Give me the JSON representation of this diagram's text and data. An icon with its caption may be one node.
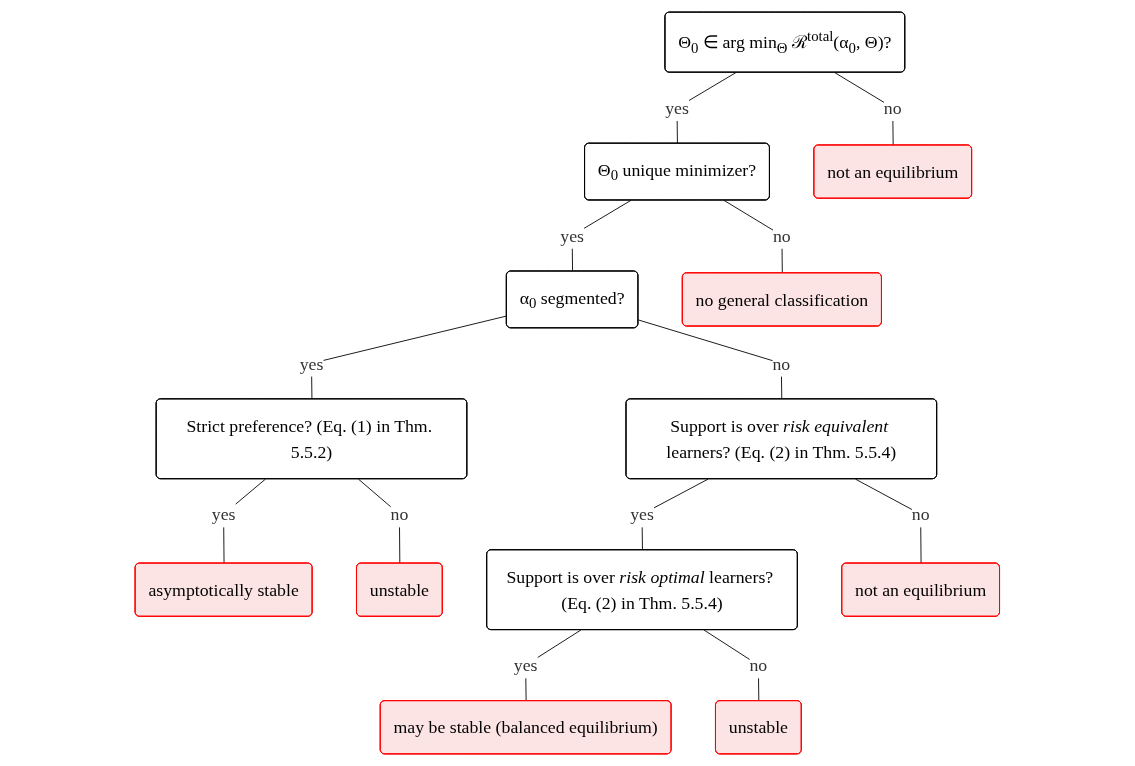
{
  "diagram": {
    "nodes": [
      {
        "text": [
          "Θ$_{0}$ ∈ arg min$_{Θ}$ ℛ$^{total}$(α$_{0}$, Θ)?"
        ]
      },
      {
        "text": [
          "Θ$_{0}$ unique minimizer?"
        ]
      },
      {
        "text": [
          "not an equilibrium"
        ]
      },
      {
        "text": [
          "α$_{0}$ segmented?"
        ]
      },
      {
        "text": [
          "no general classification"
        ]
      },
      {
        "text": [
          "Strict preference? (Eq. (1) in Thm. 5.5.2)"
        ]
      },
      {
        "text": [
          "Support is over *risk equivalent* learners? (Eq. (2) in Thm. 5.5.4)"
        ]
      },
      {
        "text": [
          "asymptotically stable"
        ]
      },
      {
        "text": [
          "unstable"
        ]
      },
      {
        "text": [
          "Support is over *risk optimal* learners? (Eq. (2) in Thm. 5.5.4)"
        ]
      },
      {
        "text": [
          "not an equilibrium"
        ]
      },
      {
        "text": [
          "may be stable (balanced equilibrium)"
        ]
      },
      {
        "text": [
          "unstable"
        ]
      }
    ],
    "edges": [
      {
        "from": 0,
        "to": 1,
        "arrow": "none",
        "label": "yes"
      },
      {
        "from": 0,
        "to": 2,
        "arrow": "none",
        "label": "no"
      },
      {
        "from": 1,
        "to": 3,
        "arrow": "none",
        "label": "yes"
      },
      {
        "from": 1,
        "to": 4,
        "arrow": "none",
        "label": "no"
      },
      {
        "from": 3,
        "to": 5,
        "arrow": "none",
        "label": "yes"
      },
      {
        "from": 3,
        "to": 6,
        "arrow": "none",
        "label": "no"
      },
      {
        "from": 5,
        "to": 7,
        "arrow": "none",
        "label": "yes"
      },
      {
        "from": 5,
        "to": 8,
        "arrow": "none",
        "label": "no"
      },
      {
        "from": 6,
        "to": 9,
        "arrow": "none",
        "label": "yes"
      },
      {
        "from": 6,
        "to": 10,
        "arrow": "none",
        "label": "no"
      },
      {
        "from": 9,
        "to": 11,
        "arrow": "none",
        "label": "yes"
      },
      {
        "from": 9,
        "to": 12,
        "arrow": "none",
        "label": "no"
      }
    ]
  }
}
